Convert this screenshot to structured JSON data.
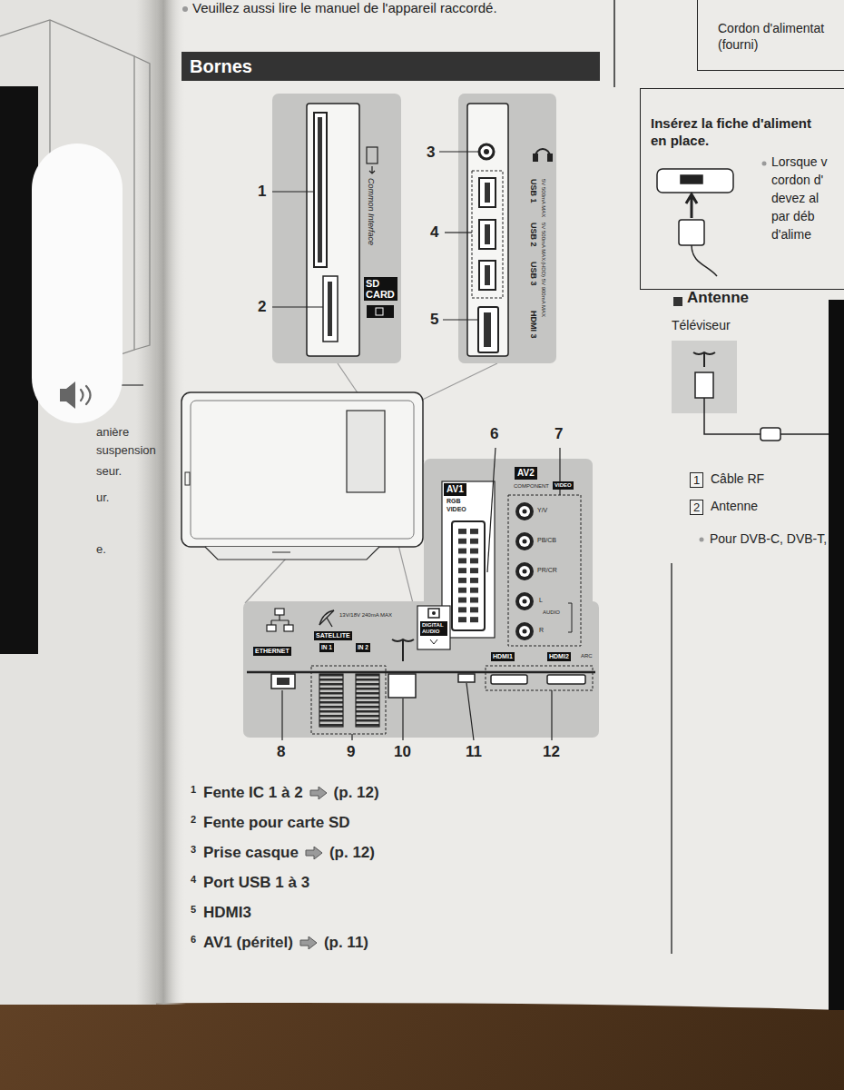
{
  "diagram": {
    "title": "Bornes",
    "nodes": [
      {
        "text": [
          "Common Interface"
        ]
      },
      {
        "text": [
          "SD CARD"
        ],
        "in": 0
      },
      {
        "text": [
          "USB 1",
          "5V 500mA MAX",
          "USB 2",
          "5V 500mA MAX",
          "USB 3",
          "(HDD) 5V 900mA MAX",
          "HDMI 3"
        ]
      },
      {
        "text": [
          "RGB",
          "VIDEO",
          "COMPONENT",
          "Y/V",
          "PB/CB",
          "PR/CR",
          "L",
          "AUDIO",
          "R"
        ]
      },
      {
        "text": [
          "AV1"
        ],
        "in": 3
      },
      {
        "text": [
          "AV2"
        ],
        "in": 3
      },
      {
        "text": [
          "VIDEO"
        ],
        "in": 3
      },
      {
        "text": [
          "13V/18V 240mA MAX",
          "ARC"
        ]
      },
      {
        "text": [
          "ETHERNET"
        ],
        "in": 7
      },
      {
        "text": [
          "SATELLITE"
        ],
        "in": 7
      },
      {
        "text": [
          "IN 1"
        ],
        "in": 7
      },
      {
        "text": [
          "IN 2"
        ],
        "in": 7
      },
      {
        "text": [
          "DIGITAL AUDIO"
        ],
        "in": 7
      },
      {
        "text": [
          "HDMI1"
        ],
        "in": 7
      },
      {
        "text": [
          "HDMI2"
        ],
        "in": 7
      },
      {
        "text": [
          "Cordon d'alimentat (fourni)"
        ]
      },
      {
        "text": [
          "Insérez la fiche d'aliment en place."
        ]
      },
      {
        "text": [
          "1"
        ]
      },
      {
        "text": [
          "2"
        ]
      }
    ],
    "labels": [
      "Veuillez aussi lire le manuel de l'appareil raccordé.",
      "1",
      "2",
      "3",
      "4",
      "5",
      "6",
      "7",
      "8",
      "9",
      "10",
      "11",
      "12",
      "1",
      "Fente IC 1 à 2",
      "(p. 12)",
      "2",
      "Fente pour carte SD",
      "3",
      "Prise casque",
      "(p. 12)",
      "4",
      "Port USB 1 à 3",
      "5",
      "HDMI3",
      "6",
      "AV1 (péritel)",
      "(p. 11)",
      "Lorsque v",
      "cordon d'",
      "devez al",
      "par déb",
      "d'alime",
      "Antenne",
      "Téléviseur",
      "Câble RF",
      "Antenne",
      "Pour DVB-C, DVB-T,",
      "anière",
      "suspension",
      "seur.",
      "ur.",
      "e."
    ]
  }
}
